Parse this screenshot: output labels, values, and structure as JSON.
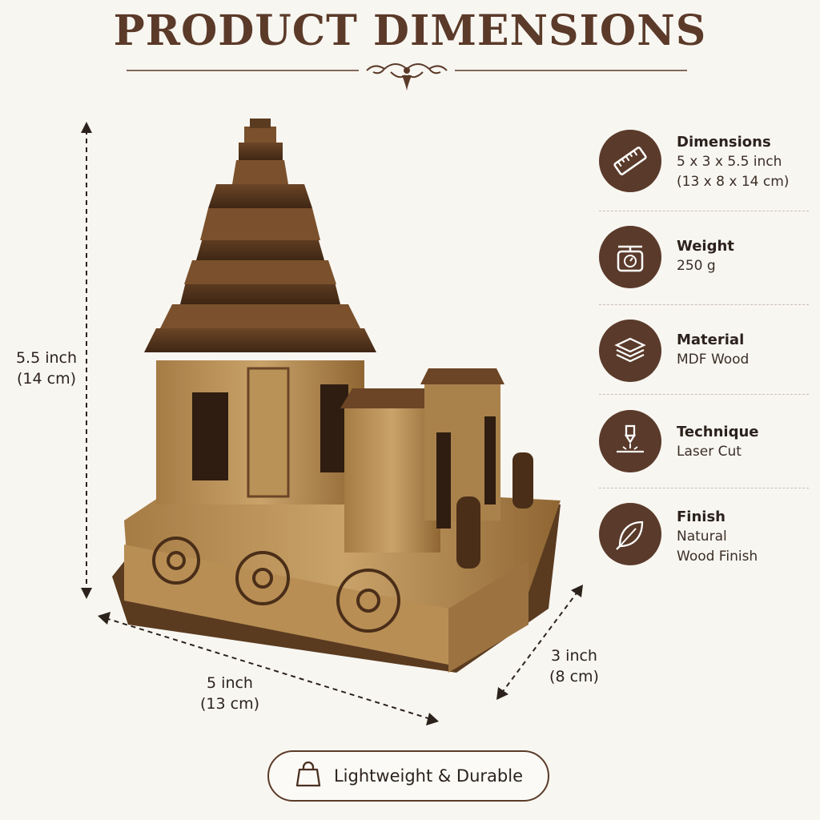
{
  "title": "PRODUCT DIMENSIONS",
  "dimensions": {
    "height": {
      "inch": "5.5 inch",
      "cm": "(14 cm)"
    },
    "width": {
      "inch": "5 inch",
      "cm": "(13 cm)"
    },
    "depth": {
      "inch": "3 inch",
      "cm": "(8 cm)"
    }
  },
  "features": [
    {
      "icon": "ruler-icon",
      "title": "Dimensions",
      "lines": [
        "5 x 3 x 5.5 inch",
        "(13 x 8 x 14 cm)"
      ]
    },
    {
      "icon": "scale-icon",
      "title": "Weight",
      "lines": [
        "250 g"
      ]
    },
    {
      "icon": "layers-icon",
      "title": "Material",
      "lines": [
        "MDF Wood"
      ]
    },
    {
      "icon": "laser-icon",
      "title": "Technique",
      "lines": [
        "Laser Cut"
      ]
    },
    {
      "icon": "leaf-icon",
      "title": "Finish",
      "lines": [
        "Natural",
        "Wood Finish"
      ]
    }
  ],
  "badge": {
    "icon": "bag-icon",
    "label": "Lightweight & Durable"
  },
  "colors": {
    "brand": "#5a3a2a",
    "background": "#f8f6f1",
    "wood": "#b8935a"
  }
}
